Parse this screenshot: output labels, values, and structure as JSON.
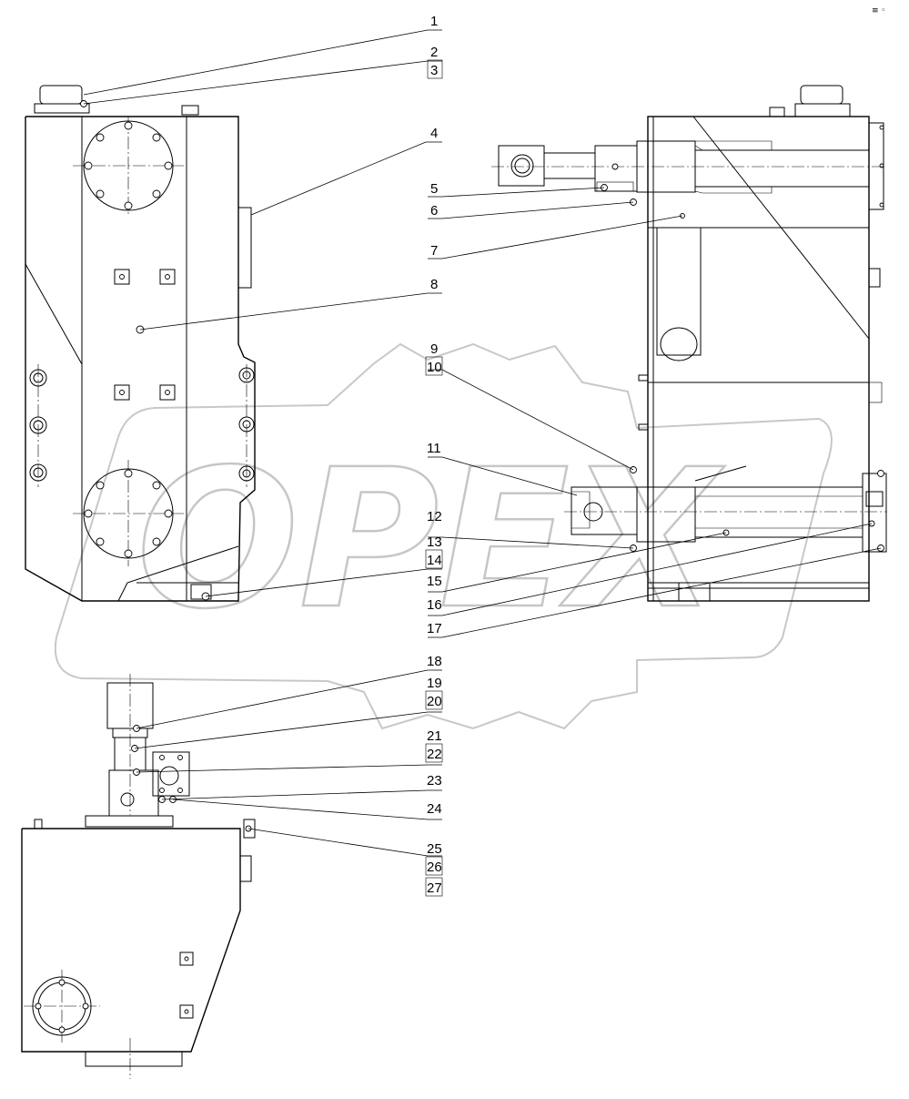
{
  "watermark": {
    "text": "OPEX"
  },
  "corner_mark": "≡ ◦",
  "callouts": [
    {
      "n": "1"
    },
    {
      "n": "2"
    },
    {
      "n": "3"
    },
    {
      "n": "4"
    },
    {
      "n": "5"
    },
    {
      "n": "6"
    },
    {
      "n": "7"
    },
    {
      "n": "8"
    },
    {
      "n": "9"
    },
    {
      "n": "10"
    },
    {
      "n": "11"
    },
    {
      "n": "12"
    },
    {
      "n": "13"
    },
    {
      "n": "14"
    },
    {
      "n": "15"
    },
    {
      "n": "16"
    },
    {
      "n": "17"
    },
    {
      "n": "18"
    },
    {
      "n": "19"
    },
    {
      "n": "20"
    },
    {
      "n": "21"
    },
    {
      "n": "22"
    },
    {
      "n": "23"
    },
    {
      "n": "24"
    },
    {
      "n": "25"
    },
    {
      "n": "26"
    },
    {
      "n": "27"
    }
  ],
  "colors": {
    "line": "#000000",
    "watermark": "#c8c8c8",
    "background": "#ffffff"
  }
}
